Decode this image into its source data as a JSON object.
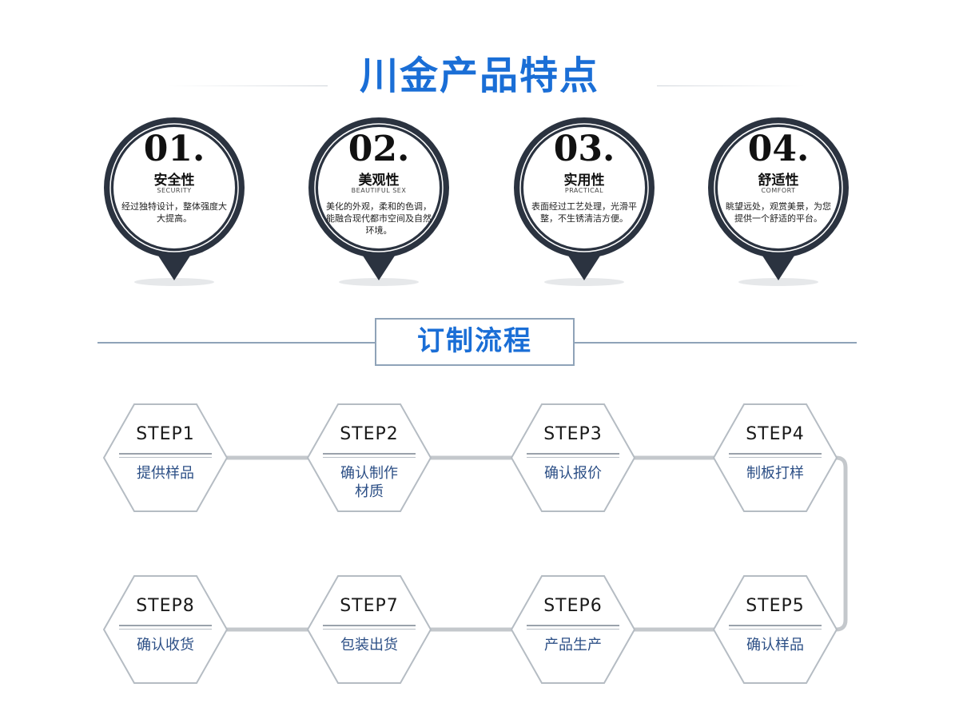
{
  "features_section": {
    "title": "川金产品特点",
    "items": [
      {
        "num": "01.",
        "name": "安全性",
        "en": "SECURITY",
        "desc": "经过独特设计，整体强度大大提高。"
      },
      {
        "num": "02.",
        "name": "美观性",
        "en": "BEAUTIFUL  SEX",
        "desc": "美化的外观，柔和的色调，能融合现代都市空间及自然环境。"
      },
      {
        "num": "03.",
        "name": "实用性",
        "en": "PRACTICAL",
        "desc": "表面经过工艺处理，光滑平整，不生锈清洁方便。"
      },
      {
        "num": "04.",
        "name": "舒适性",
        "en": "COMFORT",
        "desc": "眺望远处，观赏美景，为您提供一个舒适的平台。"
      }
    ]
  },
  "process_section": {
    "title": "订制流程",
    "steps": [
      {
        "label": "STEP1",
        "text": "提供样品"
      },
      {
        "label": "STEP2",
        "text": "确认制作材质"
      },
      {
        "label": "STEP3",
        "text": "确认报价"
      },
      {
        "label": "STEP4",
        "text": "制板打样"
      },
      {
        "label": "STEP5",
        "text": "确认样品"
      },
      {
        "label": "STEP6",
        "text": "产品生产"
      },
      {
        "label": "STEP7",
        "text": "包装出货"
      },
      {
        "label": "STEP8",
        "text": "确认收货"
      }
    ]
  },
  "colors": {
    "title_blue": "#1a6ed6",
    "badge_dark": "#2b3340",
    "step_text": "#2c4f86",
    "connector_gray": "#c4c8cc"
  }
}
